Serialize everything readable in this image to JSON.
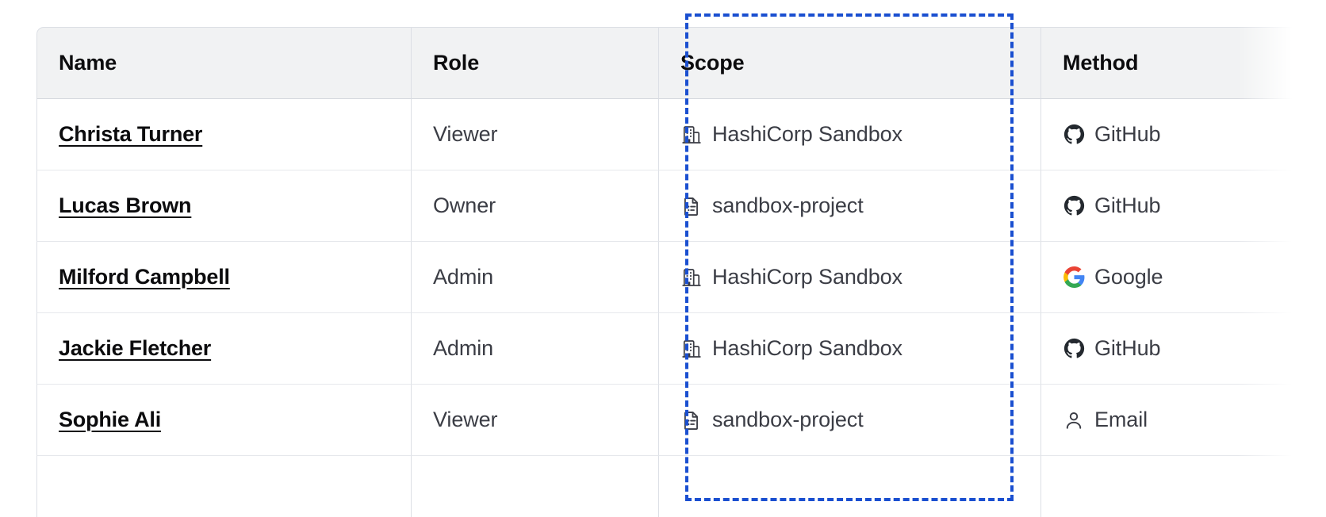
{
  "table": {
    "columns": [
      {
        "key": "name",
        "label": "Name"
      },
      {
        "key": "role",
        "label": "Role"
      },
      {
        "key": "scope",
        "label": "Scope"
      },
      {
        "key": "method",
        "label": "Method"
      }
    ],
    "rows": [
      {
        "name": "Christa Turner",
        "role": "Viewer",
        "scope": "HashiCorp Sandbox",
        "scope_icon": "organization-icon",
        "method": "GitHub",
        "method_icon": "github-icon"
      },
      {
        "name": "Lucas Brown",
        "role": "Owner",
        "scope": "sandbox-project",
        "scope_icon": "project-document-icon",
        "method": "GitHub",
        "method_icon": "github-icon"
      },
      {
        "name": "Milford Campbell",
        "role": "Admin",
        "scope": "HashiCorp Sandbox",
        "scope_icon": "organization-icon",
        "method": "Google",
        "method_icon": "google-icon"
      },
      {
        "name": "Jackie Fletcher",
        "role": "Admin",
        "scope": "HashiCorp Sandbox",
        "scope_icon": "organization-icon",
        "method": "GitHub",
        "method_icon": "github-icon"
      },
      {
        "name": "Sophie Ali",
        "role": "Viewer",
        "scope": "sandbox-project",
        "scope_icon": "project-document-icon",
        "method": "Email",
        "method_icon": "user-icon"
      },
      {
        "name": "",
        "role": "",
        "scope": "",
        "scope_icon": "",
        "method": "",
        "method_icon": ""
      }
    ]
  },
  "selection": {
    "name": "scope-column-selection",
    "target_column": "Scope",
    "border_color": "#1a4fd0",
    "style": "dashed"
  },
  "colors": {
    "header_bg": "#f1f2f3",
    "header_text": "#0c0c0e",
    "body_text": "#3b3d45",
    "link_text": "#0c0c0e",
    "border": "#dcdfe5",
    "row_border": "#e6e8ec",
    "selection": "#1a4fd0",
    "google_blue": "#4285f4",
    "google_red": "#ea4335",
    "google_yellow": "#fbbc05",
    "google_green": "#34a853",
    "github_dark": "#24292f"
  }
}
